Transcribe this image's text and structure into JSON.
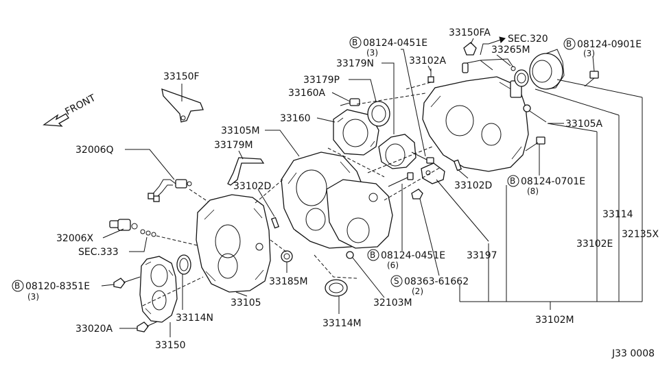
{
  "diagram_id": "J33 0008",
  "front_label": "FRONT",
  "labels": {
    "p33150F": "33150F",
    "p33150FA": "33150FA",
    "sec320": "SEC.320",
    "p33265M": "33265M",
    "b_08124_0901E": "08124-0901E",
    "b_08124_0901E_qty": "(3)",
    "b_08124_0451E_top": "08124-0451E",
    "b_08124_0451E_top_qty": "(3)",
    "p33179N": "33179N",
    "p33102A": "33102A",
    "p33179P": "33179P",
    "p33160A": "33160A",
    "p33160": "33160",
    "p33105M": "33105M",
    "p33179M": "33179M",
    "p33105A": "33105A",
    "p32006Q": "32006Q",
    "p33102D_left": "33102D",
    "p33102D_right": "33102D",
    "b_08124_0701E": "08124-0701E",
    "b_08124_0701E_qty": "(8)",
    "p33114": "33114",
    "p32006X": "32006X",
    "sec333": "SEC.333",
    "p33102E": "33102E",
    "p32135X": "32135X",
    "b_08124_0451E_mid": "08124-0451E",
    "b_08124_0451E_mid_qty": "(6)",
    "p33197": "33197",
    "b_08120_8351E": "08120-8351E",
    "b_08120_8351E_qty": "(3)",
    "p33185M": "33185M",
    "s_08363_61662": "08363-61662",
    "s_08363_61662_qty": "(2)",
    "p33105": "33105",
    "p32103M": "32103M",
    "p33114N": "33114N",
    "p33020A": "33020A",
    "p33114M": "33114M",
    "p33102M": "33102M",
    "p33150": "33150"
  },
  "circle_markers": {
    "bolt": "B",
    "screw": "S"
  }
}
